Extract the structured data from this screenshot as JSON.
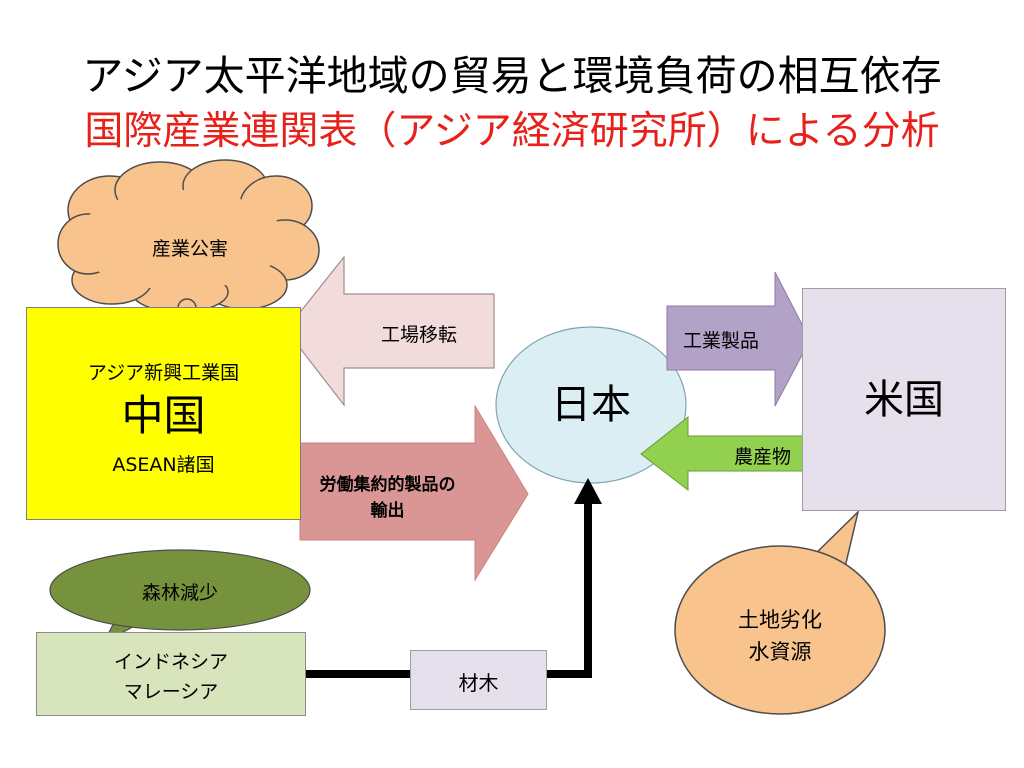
{
  "title": {
    "line1": "アジア太平洋地域の貿易と環境負荷の相互依存",
    "line2": "国際産業連関表（アジア経済研究所）による分析"
  },
  "colors": {
    "title_red": "#e8201a",
    "cloud_fill": "#f9c38e",
    "china_box": "#ffff00",
    "japan_ellipse": "#dbeef4",
    "usa_box": "#e6dfec",
    "indonesia_box": "#d8e4bc",
    "forest_bubble": "#76923c",
    "transfer_arrow": "#f2dcdb",
    "export_arrow": "#d99694",
    "industrial_arrow": "#b3a2c7",
    "agri_arrow": "#92d050"
  },
  "nodes": {
    "cloud_label": "産業公害",
    "china_line1": "アジア新興工業国",
    "china_line2": "中国",
    "china_line3": "ASEAN諸国",
    "japan": "日本",
    "usa": "米国",
    "indonesia_line1": "インドネシア",
    "indonesia_line2": "マレーシア",
    "forest": "森林減少",
    "land_line1": "土地劣化",
    "land_line2": "水資源",
    "wood": "材木"
  },
  "arrows": {
    "factory_transfer": "工場移転",
    "labor_export_line1": "労働集約的製品の",
    "labor_export_line2": "輸出",
    "industrial_products": "工業製品",
    "agricultural_products": "農産物"
  }
}
